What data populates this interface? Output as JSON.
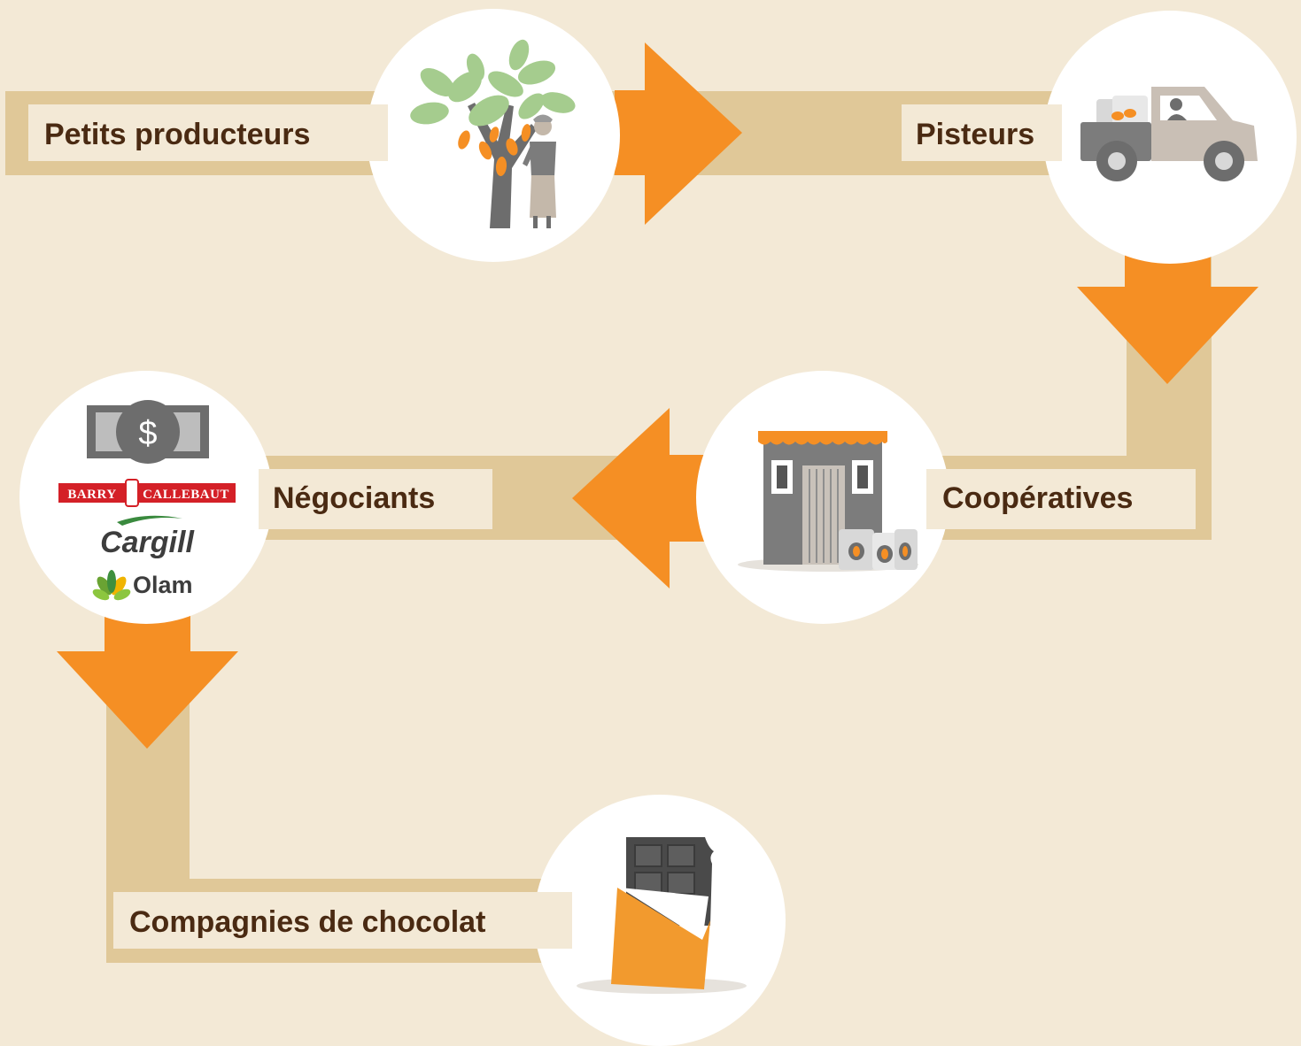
{
  "flow": {
    "steps": [
      {
        "id": "petits-producteurs",
        "label": "Petits producteurs",
        "icon": "farmer-tree-icon"
      },
      {
        "id": "pisteurs",
        "label": "Pisteurs",
        "icon": "truck-icon"
      },
      {
        "id": "cooperatives",
        "label": "Coopératives",
        "icon": "warehouse-icon"
      },
      {
        "id": "negociants",
        "label": "Négociants",
        "icon": "money-logos-icon"
      },
      {
        "id": "compagnies-de-chocolat",
        "label": "Compagnies de chocolat",
        "icon": "chocolate-bar-icon"
      }
    ]
  },
  "traders": {
    "currency_symbol": "$",
    "logos": [
      "BARRY",
      "CALLEBAUT",
      "Cargill",
      "Olam"
    ]
  },
  "colors": {
    "background": "#f3e9d6",
    "path": "#e0c898",
    "arrow": "#f58f24",
    "label_bg": "#f3e9d6",
    "label_text": "#4a2a12",
    "circle": "#ffffff"
  }
}
